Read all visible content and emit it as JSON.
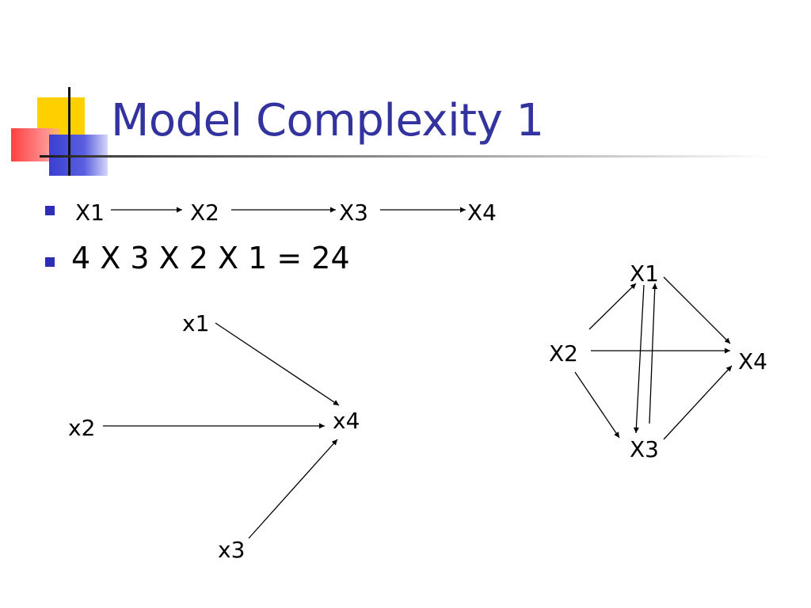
{
  "slide": {
    "title": "Model Complexity 1",
    "equation": "4 X 3 X 2 X 1 = 24"
  },
  "chain": {
    "nodes": [
      "X1",
      "X2",
      "X3",
      "X4"
    ]
  },
  "network_left": {
    "nodes": {
      "a": "x1",
      "b": "x2",
      "c": "x3",
      "d": "x4"
    }
  },
  "network_right": {
    "nodes": {
      "a": "X1",
      "b": "X2",
      "c": "X3",
      "d": "X4"
    }
  },
  "colors": {
    "title": "#3333A0",
    "bullet": "#2D2DB8",
    "logo_yellow": "#FFD000",
    "logo_red": "#FF4040",
    "logo_blue": "#3A3FD0"
  },
  "icons": [
    "square-bullet-icon",
    "logo-icon"
  ]
}
